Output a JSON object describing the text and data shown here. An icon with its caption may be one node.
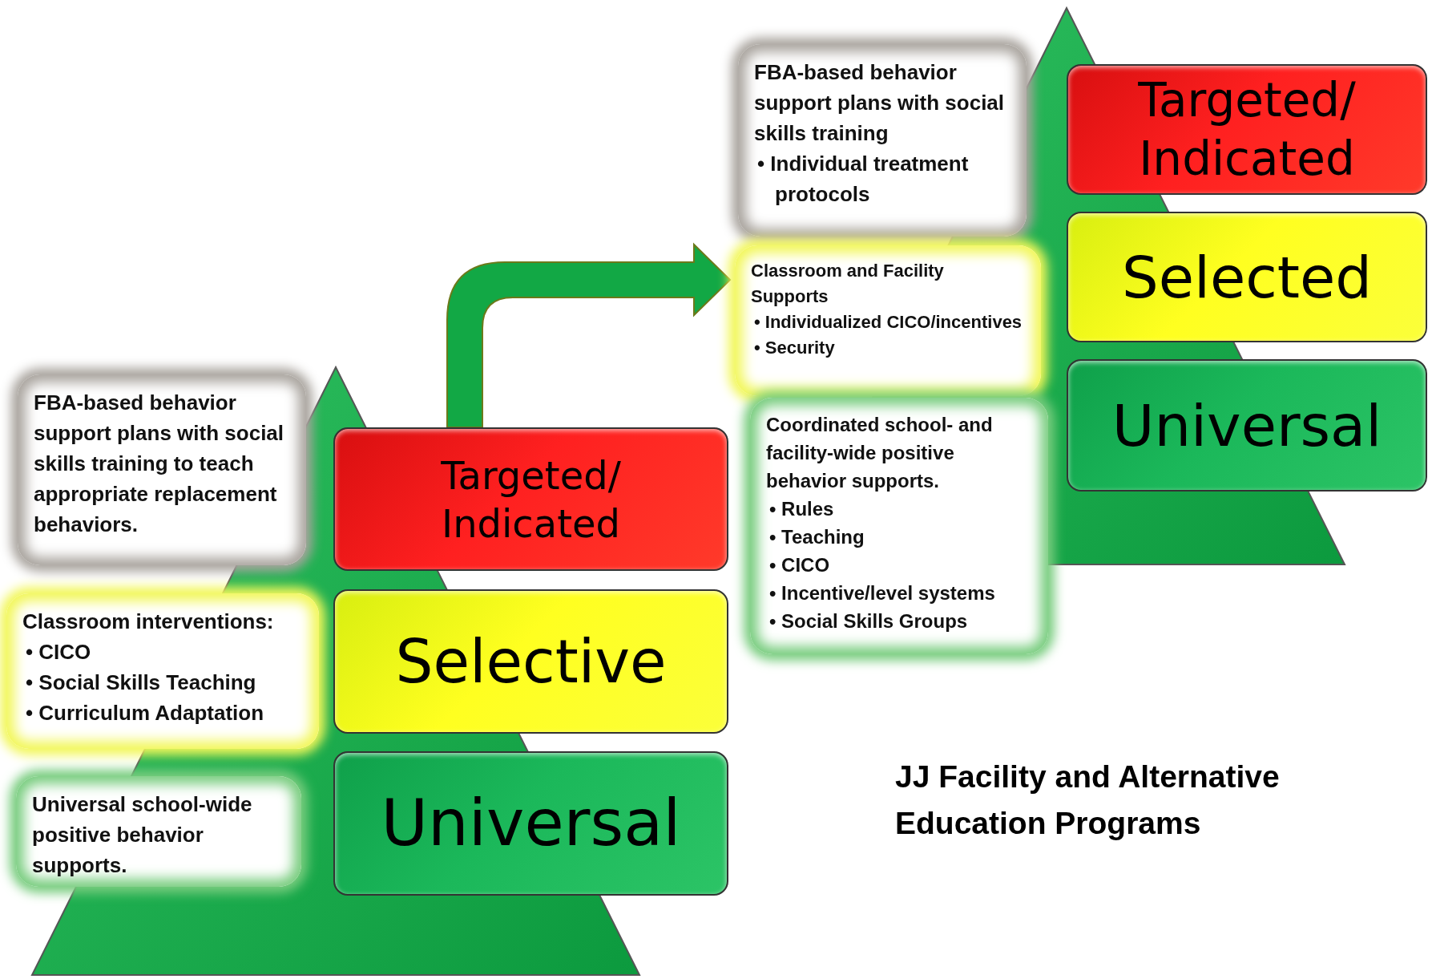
{
  "diagram": {
    "caption": "JJ Facility and Alternative Education Programs",
    "nodes": [
      {
        "text": [
          "FBA-based behavior support plans with social skills training to teach appropriate replacement behaviors."
        ]
      },
      {
        "text": [
          "Targeted/ Indicated"
        ]
      },
      {
        "text": [
          "Classroom interventions:",
          "• CICO",
          "• Social Skills Teaching",
          "• Curriculum Adaptation"
        ]
      },
      {
        "text": [
          "Selective"
        ]
      },
      {
        "text": [
          "Universal school-wide positive behavior supports."
        ]
      },
      {
        "text": [
          "Universal"
        ]
      },
      {
        "text": [
          "FBA-based behavior support plans with social skills training",
          "• Individual treatment protocols"
        ]
      },
      {
        "text": [
          "Targeted/ Indicated"
        ]
      },
      {
        "text": [
          "Classroom and Facility Supports",
          "• Individualized CICO/incentives",
          "• Security"
        ]
      },
      {
        "text": [
          "Selected"
        ]
      },
      {
        "text": [
          "Coordinated school- and facility-wide positive behavior supports.",
          "• Rules",
          "• Teaching",
          "• CICO",
          "• Incentive/level systems",
          "• Social Skills Groups"
        ]
      },
      {
        "text": [
          "Universal"
        ]
      }
    ],
    "edges": [
      {
        "from": 1,
        "to": 8,
        "arrow": "to",
        "style": "thick"
      }
    ]
  }
}
